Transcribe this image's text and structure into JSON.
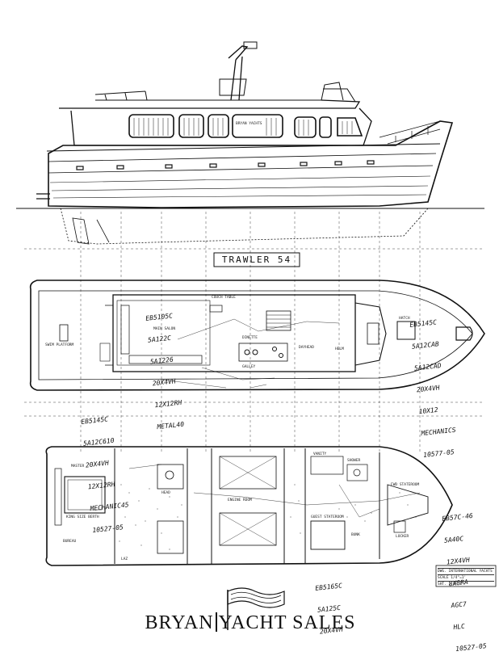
{
  "drawing": {
    "title": "TRAWLER 54",
    "brand": {
      "left": "BRYAN",
      "right": "YACHT SALES"
    },
    "bridge_window_label": "BRYAN YACHTS"
  },
  "callouts": {
    "upper_deck_left": [
      "EB5105C",
      "5A122C",
      "5A1226",
      "20X4VH",
      "12X12RH",
      "METAL40"
    ],
    "upper_deck_right": [
      "EB5145C",
      "5A12CAB",
      "5A12CAD",
      "20X4VH",
      "10X12",
      "MECHANICS",
      "10577-05"
    ],
    "lower_deck_upper_left": [
      "EB5145C",
      "5A12C610",
      "20X4VH",
      "12X12RH",
      "MECHANIC45",
      "10527-05"
    ],
    "lower_deck_right": [
      "EB57C-46",
      "5A40C",
      "12X4VH",
      "8X8RA",
      "AGC7",
      "HLC",
      "10527-05"
    ],
    "lower_deck_bottom": [
      "EB5165C",
      "5A125C",
      "20X4VH"
    ]
  },
  "room_labels": {
    "upper": [
      "MAIN SALON",
      "COUCH TABLE",
      "DINETTE",
      "GALLEY",
      "HELM",
      "HATCH",
      "SWIM PLATFORM",
      "DAYHEAD"
    ],
    "lower": [
      "MASTER",
      "KING SIZE BERTH",
      "BUREAU",
      "HEAD",
      "LAZ",
      "ENGINE ROOM",
      "GUEST STATEROOM",
      "BUNK",
      "SHOWER",
      "FWD STATEROOM",
      "LOCKER",
      "VANITY"
    ]
  },
  "title_block": [
    "DWG. INTERNATIONAL YACHTS",
    "SCALE 1/4\"=1'",
    "SHT. 1 OF 1"
  ],
  "colors": {
    "ink": "#111111",
    "paper": "#ffffff"
  }
}
